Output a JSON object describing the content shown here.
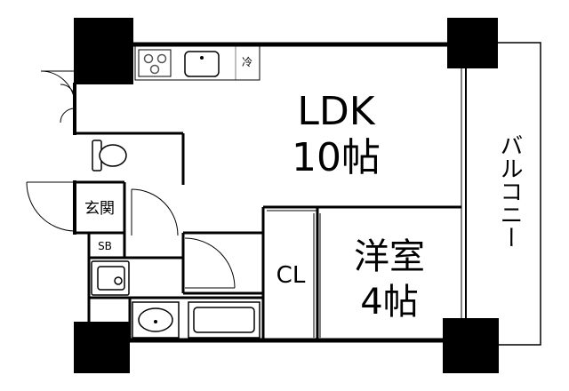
{
  "rooms": {
    "ldk_name": "LDK",
    "ldk_size": "10帖",
    "western_name": "洋室",
    "western_size": "4帖",
    "closet": "CL",
    "entrance": "玄関",
    "shoe_box": "SB",
    "balcony": "バルコニー",
    "fridge": "冷"
  },
  "colors": {
    "wall": "#000000",
    "background": "#ffffff",
    "fixture_gray": "#9a9a9a"
  }
}
